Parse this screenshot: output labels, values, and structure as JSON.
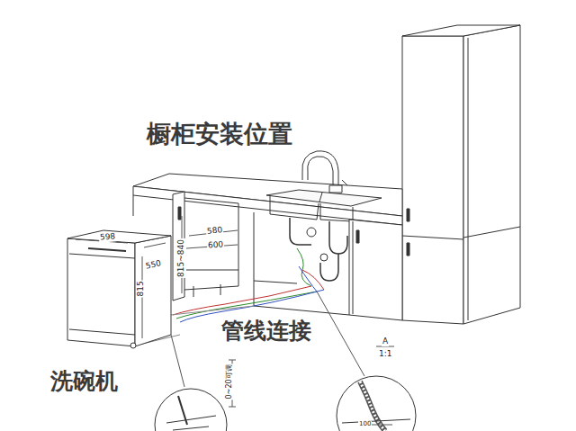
{
  "diagram": {
    "labels": [
      "橱柜安装位置",
      "管线连接",
      "洗碗机",
      "598",
      "550",
      "815",
      "815~840",
      "580",
      "600",
      "A",
      "1:1",
      "0~20可调",
      "100"
    ]
  }
}
